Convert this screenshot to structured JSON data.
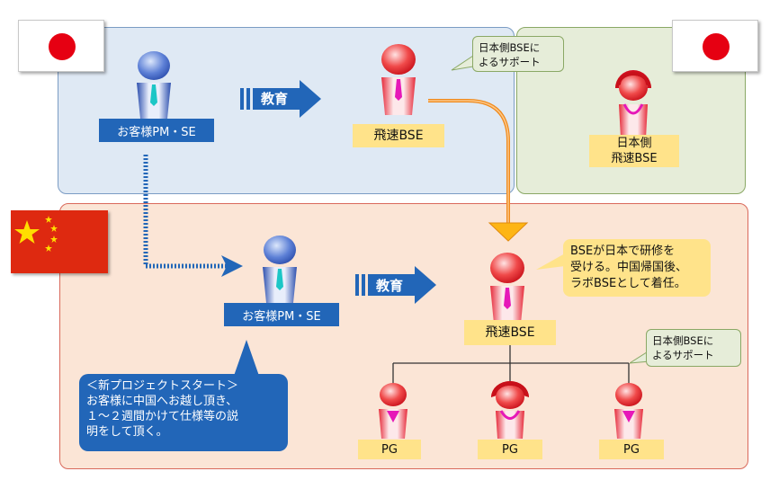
{
  "regions": {
    "japan_left": "japan-client-region",
    "japan_right": "japan-bse-region",
    "china": "china-region"
  },
  "flags": [
    "japan",
    "japan",
    "china"
  ],
  "japan": {
    "client_label": "お客様PM・SE",
    "education_label": "教育",
    "bse_label": "飛速BSE",
    "support_callout": "日本側BSEに\nよるサポート",
    "japan_bse_label": "日本側\n飛速BSE"
  },
  "china": {
    "client_label": "お客様PM・SE",
    "education_label": "教育",
    "bse_label": "飛速BSE",
    "training_callout": "BSEが日本で研修を\n受ける。中国帰国後、\nラボBSEとして着任。",
    "support_callout": "日本側BSEに\nよるサポート",
    "project_callout": "＜新プロジェクトスタート＞\nお客様に中国へお越し頂き、\n１～２週間かけて仕様等の説\n明をして頂く。",
    "pg_labels": [
      "PG",
      "PG",
      "PG"
    ]
  },
  "colors": {
    "client_blue": "#2266b8",
    "bse_yellow": "#ffe38a",
    "flag_red": "#e60012",
    "china_red": "#de2910",
    "orange_arrow": "#f59a23"
  }
}
